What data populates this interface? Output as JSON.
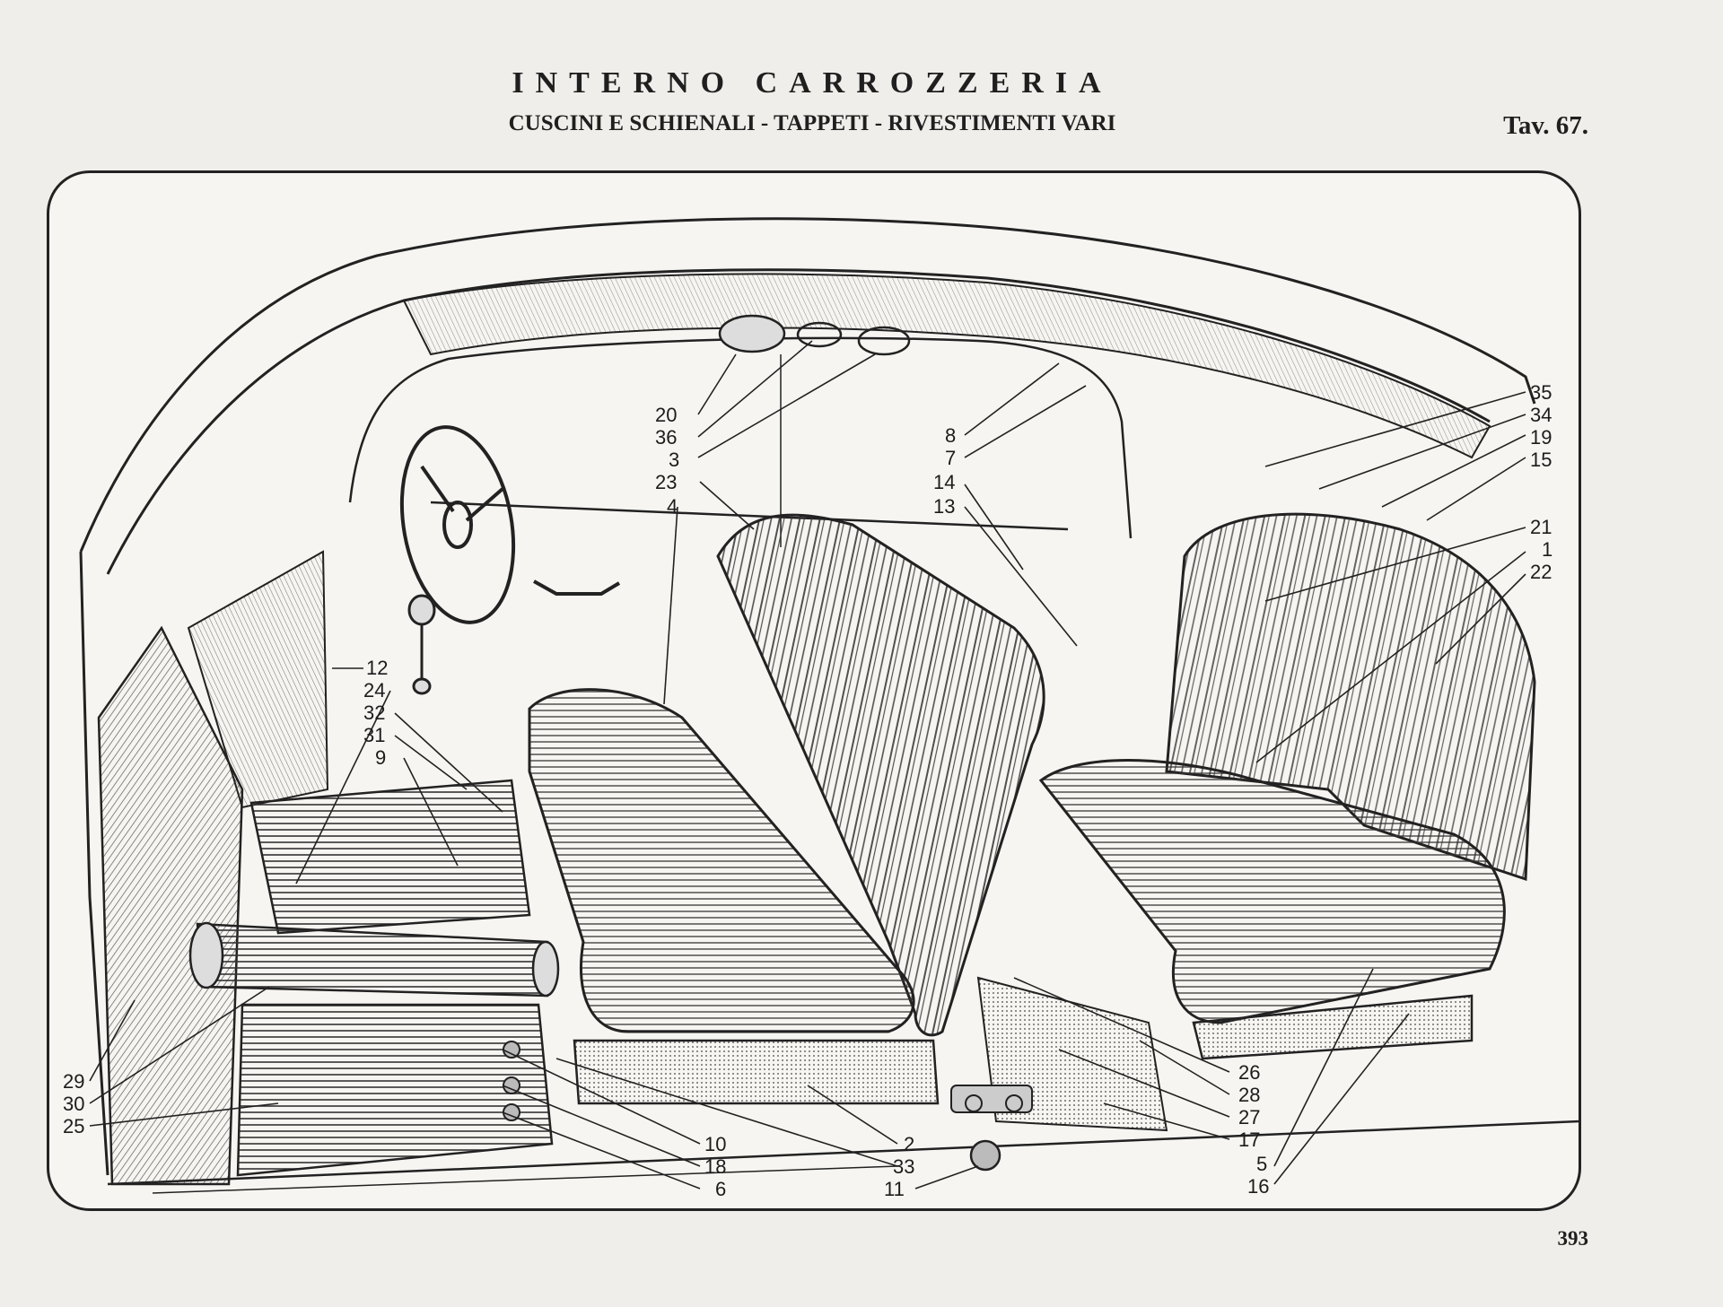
{
  "header": {
    "title": "INTERNO CARROZZERIA",
    "subtitle": "CUSCINI E SCHIENALI - TAPPETI - RIVESTIMENTI VARI",
    "plate": "Tav. 67."
  },
  "footer": {
    "page_number": "393"
  },
  "callouts": [
    {
      "id": "20",
      "text": "20"
    },
    {
      "id": "36",
      "text": "36"
    },
    {
      "id": "3",
      "text": "3"
    },
    {
      "id": "23",
      "text": "23"
    },
    {
      "id": "4",
      "text": "4"
    },
    {
      "id": "8",
      "text": "8"
    },
    {
      "id": "7",
      "text": "7"
    },
    {
      "id": "14",
      "text": "14"
    },
    {
      "id": "13",
      "text": "13"
    },
    {
      "id": "35",
      "text": "35"
    },
    {
      "id": "34",
      "text": "34"
    },
    {
      "id": "19",
      "text": "19"
    },
    {
      "id": "15",
      "text": "15"
    },
    {
      "id": "21",
      "text": "21"
    },
    {
      "id": "1",
      "text": "1"
    },
    {
      "id": "22",
      "text": "22"
    },
    {
      "id": "12",
      "text": "12"
    },
    {
      "id": "24",
      "text": "24"
    },
    {
      "id": "32",
      "text": "32"
    },
    {
      "id": "31",
      "text": "31"
    },
    {
      "id": "9",
      "text": "9"
    },
    {
      "id": "29",
      "text": "29"
    },
    {
      "id": "30",
      "text": "30"
    },
    {
      "id": "25",
      "text": "25"
    },
    {
      "id": "10",
      "text": "10"
    },
    {
      "id": "18",
      "text": "18"
    },
    {
      "id": "6",
      "text": "6"
    },
    {
      "id": "2",
      "text": "2"
    },
    {
      "id": "33",
      "text": "33"
    },
    {
      "id": "11",
      "text": "11"
    },
    {
      "id": "26",
      "text": "26"
    },
    {
      "id": "28",
      "text": "28"
    },
    {
      "id": "27",
      "text": "27"
    },
    {
      "id": "17",
      "text": "17"
    },
    {
      "id": "5",
      "text": "5"
    },
    {
      "id": "16",
      "text": "16"
    }
  ]
}
